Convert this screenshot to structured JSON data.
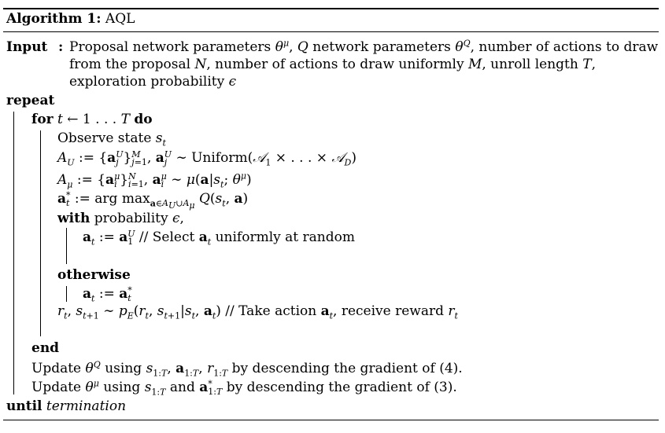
{
  "algorithm": {
    "label": "Algorithm 1:",
    "name": "AQL"
  },
  "input": {
    "keyword": "Input",
    "colon": ":",
    "line1": "Proposal network parameters θ^μ, Q network parameters θ^Q, number of actions to draw",
    "line2": "from the proposal N, number of actions to draw uniformly M, unroll length T,",
    "line3": "exploration probability ϵ"
  },
  "body": {
    "repeat": "repeat",
    "for_kw": "for",
    "for_expr": "t ← 1 . . . T",
    "do_kw": "do",
    "observe": "Observe state s_t",
    "au": "A_U := {a_j^U}_{j=1}^M, a_j^U ∼ Uniform(𝒜_1 × . . . × 𝒜_D)",
    "amu": "A_μ := {a_i^μ}_{i=1}^N, a_i^μ ∼ μ(a|s_t; θ^μ)",
    "astar": "a_t^* := arg max_{a∈A_U∪A_μ} Q(s_t, a)",
    "with_kw": "with",
    "with_rest": "probability ϵ,",
    "select": "a_t := a_1^U // Select a_t uniformly at random",
    "otherwise": "otherwise",
    "assign": "a_t := a_t^*",
    "env": "r_t, s_{t+1} ∼ p_E(r_t, s_{t+1}|s_t, a_t) // Take action a_t, receive reward r_t",
    "end": "end",
    "update_q": "Update θ^Q using s_{1:T}, a_{1:T}, r_{1:T} by descending the gradient of (4).",
    "update_mu": "Update θ^μ using s_{1:T} and a_{1:T}^* by descending the gradient of (3).",
    "until_kw": "until",
    "until_cond": "termination"
  }
}
